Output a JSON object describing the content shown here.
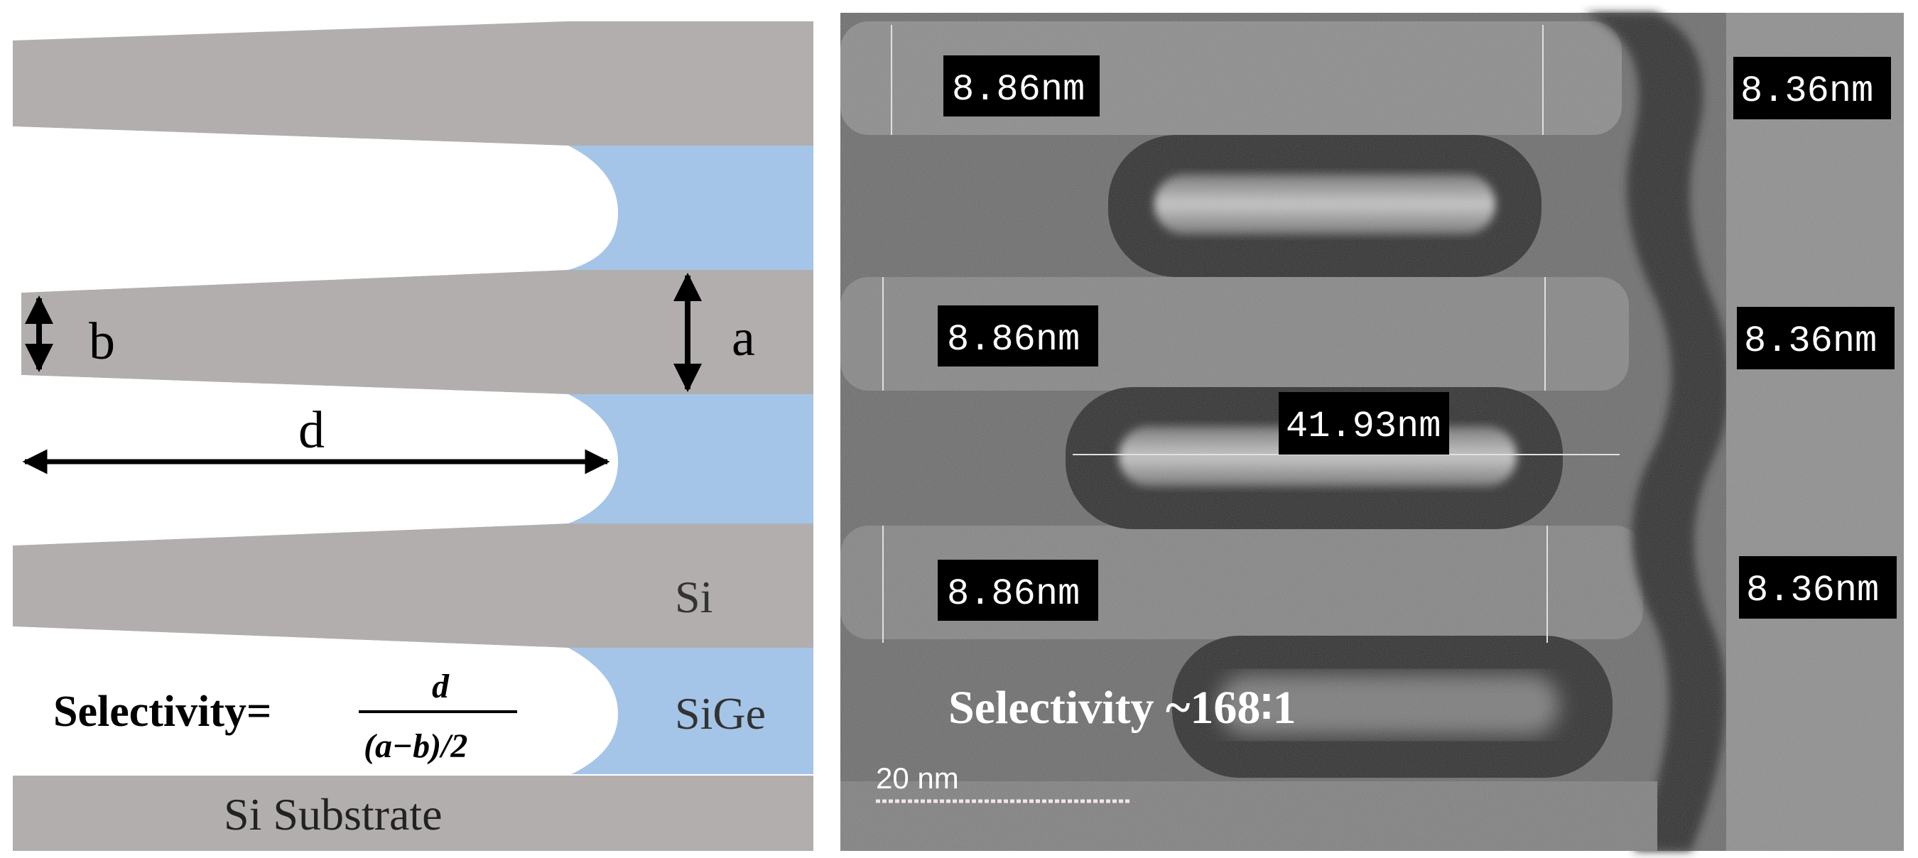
{
  "schematic": {
    "colors": {
      "si": "#b2aeae",
      "sige": "#a4c5e7",
      "etched": "#ffffff",
      "arrow": "#000000"
    },
    "labels": {
      "a": "a",
      "b": "b",
      "d": "d",
      "si": "Si",
      "sige": "SiGe",
      "substrate": "Si Substrate"
    },
    "formula": {
      "prefix": "Selectivity=",
      "numerator": "d",
      "denominator": "(a−b)/2"
    }
  },
  "tem": {
    "measurements": {
      "left": [
        "8.86nm",
        "8.86nm",
        "8.86nm"
      ],
      "right": [
        "8.36nm",
        "8.36nm",
        "8.36nm"
      ],
      "center": "41.93nm"
    },
    "selectivity_text": "Selectivity ~168∶1",
    "scale_bar_label": "20 nm",
    "colors": {
      "label_bg": "#000000",
      "label_text": "#ffffff",
      "scale_bar": "#f2e6e6"
    }
  }
}
